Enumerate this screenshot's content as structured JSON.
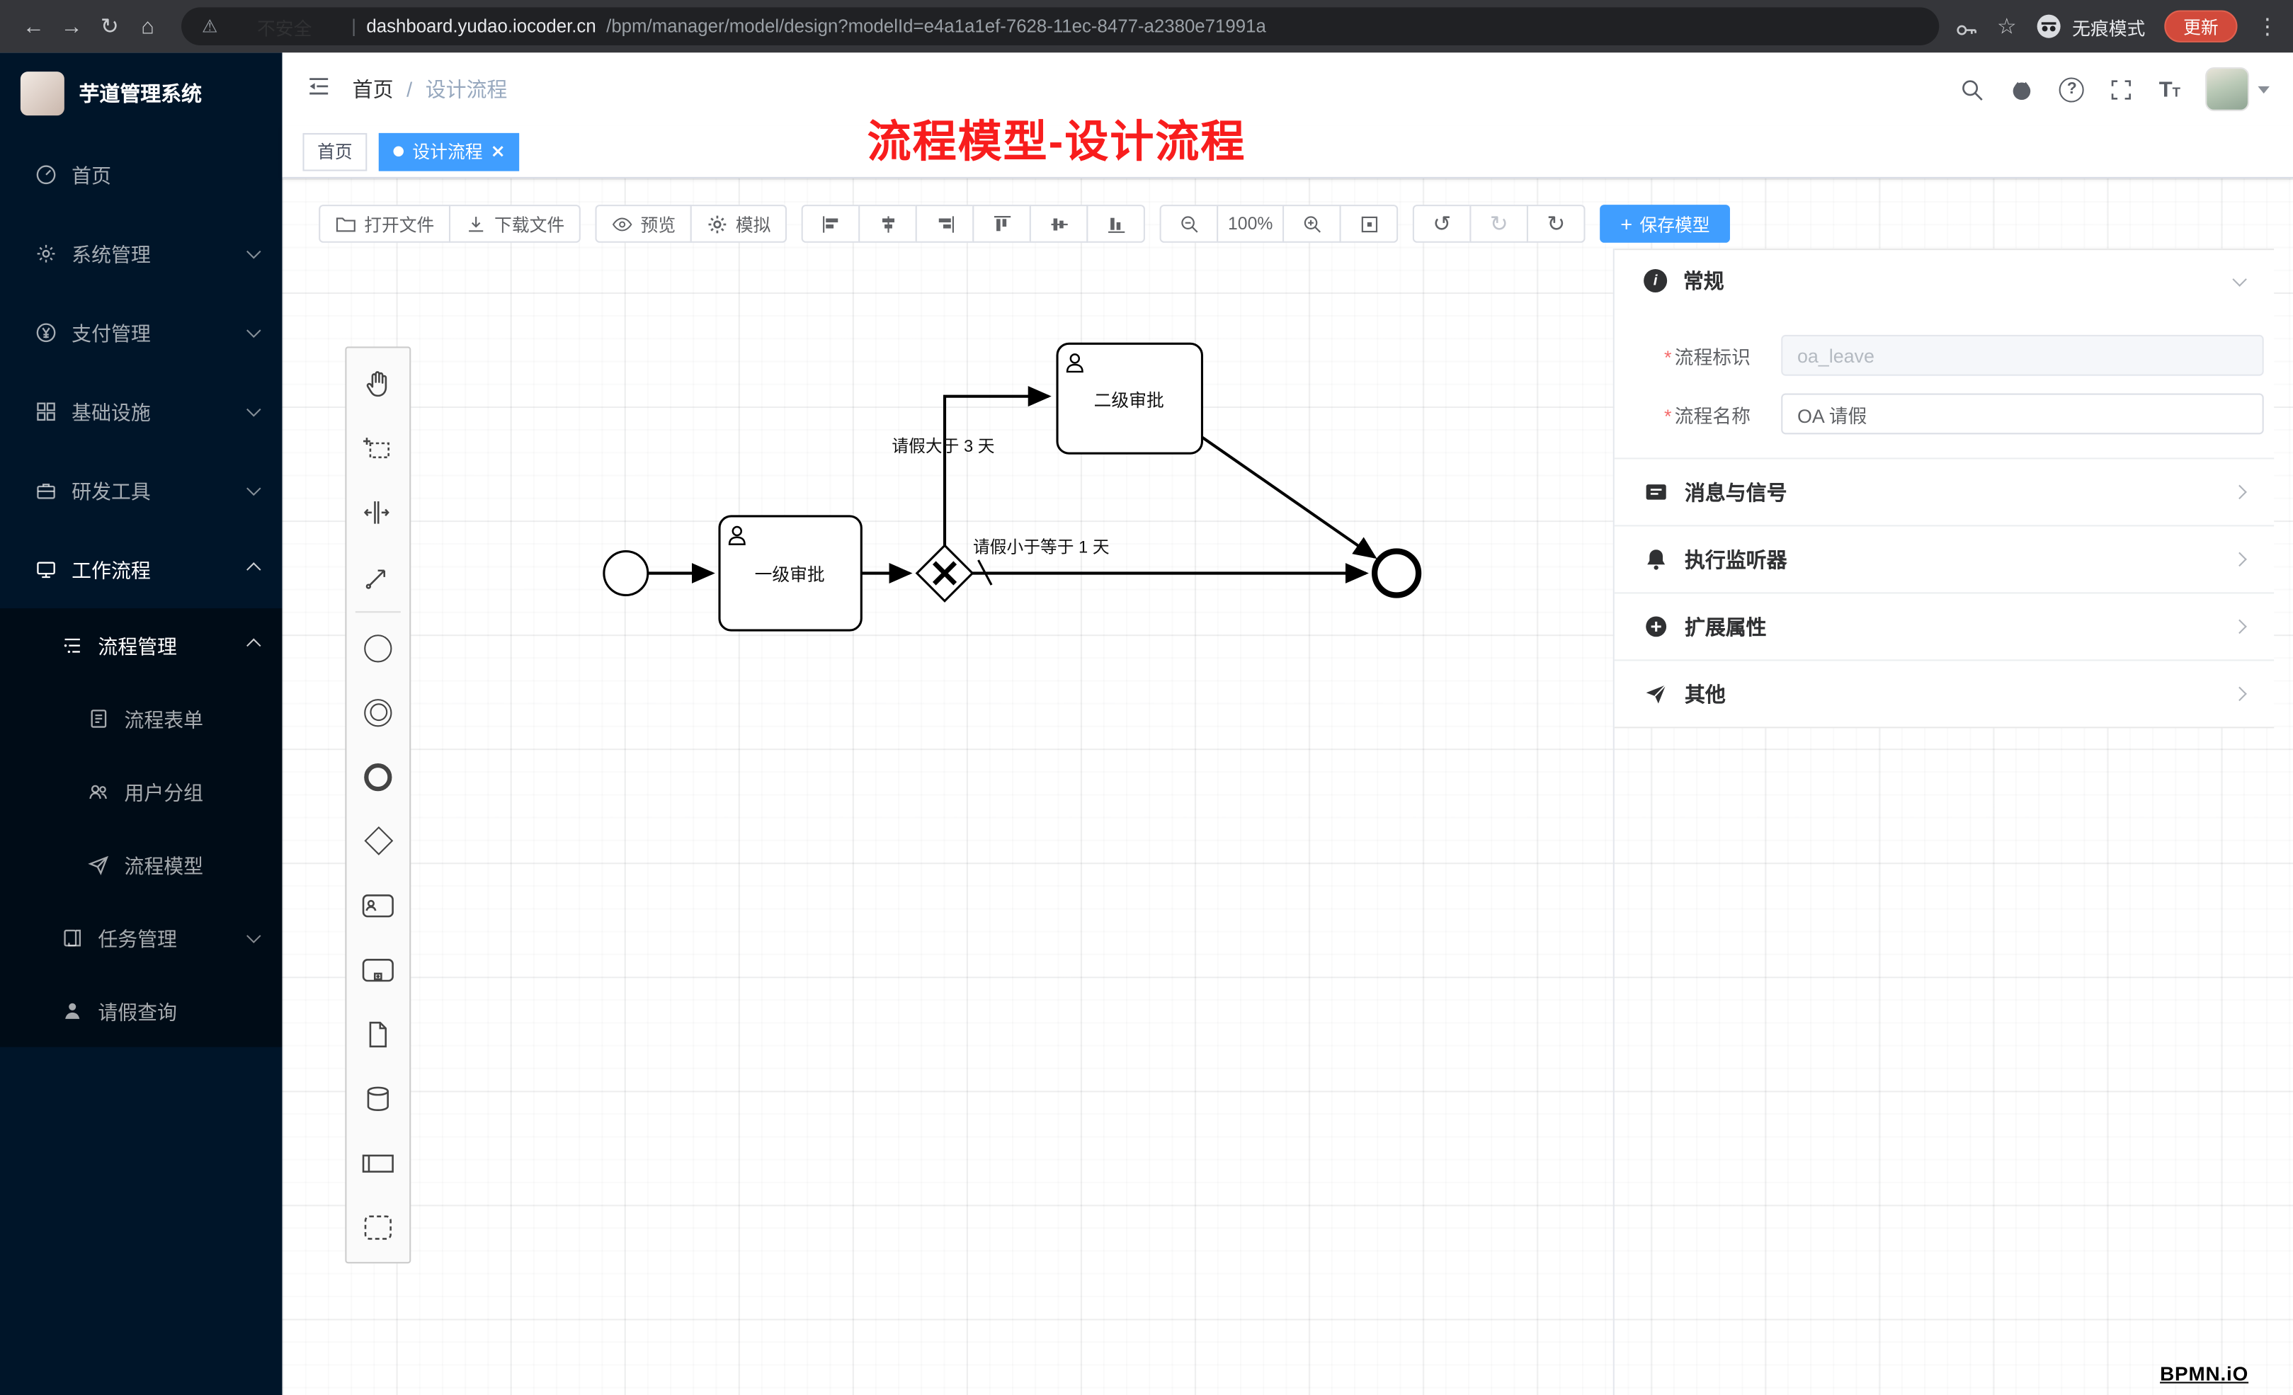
{
  "icons": {
    "back": "←",
    "forward": "→",
    "reload": "↻",
    "home": "⌂",
    "warning": "⚠",
    "pipe": "|",
    "star": "☆",
    "more": "⋮",
    "slash": "/",
    "undo": "↺",
    "redo": "↻",
    "refresh": "↻",
    "question": "?",
    "plus": "+",
    "font_big": "T",
    "font_small": "T",
    "info": "i"
  },
  "browser": {
    "security_label": "不安全",
    "url_domain": "dashboard.yudao.iocoder.cn",
    "url_path": "/bpm/manager/model/design?modelId=e4a1a1ef-7628-11ec-8477-a2380e71991a",
    "incognito_label": "无痕模式",
    "update_label": "更新"
  },
  "sidebar": {
    "logo_title": "芋道管理系统",
    "items": [
      {
        "label": "首页"
      },
      {
        "label": "系统管理"
      },
      {
        "label": "支付管理"
      },
      {
        "label": "基础设施"
      },
      {
        "label": "研发工具"
      },
      {
        "label": "工作流程"
      }
    ],
    "submenu": {
      "process_mgmt": "流程管理",
      "children": [
        {
          "label": "流程表单"
        },
        {
          "label": "用户分组"
        },
        {
          "label": "流程模型"
        }
      ],
      "task_mgmt": "任务管理",
      "leave_query": "请假查询"
    }
  },
  "header": {
    "breadcrumb_root": "首页",
    "breadcrumb_current": "设计流程",
    "annotation": "流程模型-设计流程"
  },
  "tabs": [
    {
      "label": "首页",
      "active": false
    },
    {
      "label": "设计流程",
      "active": true
    }
  ],
  "toolbar": {
    "open_file": "打开文件",
    "download_file": "下载文件",
    "preview": "预览",
    "simulate": "模拟",
    "zoom_level": "100%",
    "save_model": "保存模型"
  },
  "diagram": {
    "task1_label": "一级审批",
    "task2_label": "二级审批",
    "condition_gt": "请假大于 3 天",
    "condition_lte": "请假小于等于 1 天"
  },
  "panel": {
    "sections": {
      "general": "常规",
      "message_signal": "消息与信号",
      "execution_listener": "执行监听器",
      "extended_attributes": "扩展属性",
      "other": "其他"
    },
    "fields": {
      "process_key_label": "流程标识",
      "process_key_value": "oa_leave",
      "process_name_label": "流程名称",
      "process_name_value": "OA 请假"
    }
  },
  "watermark": "BPMN.iO",
  "colors": {
    "accent": "#409eff",
    "sidebar_bg": "#001529",
    "submenu_bg": "#000c17",
    "annotation_red": "#f81d1d",
    "update_pill": "#d24a3b"
  }
}
